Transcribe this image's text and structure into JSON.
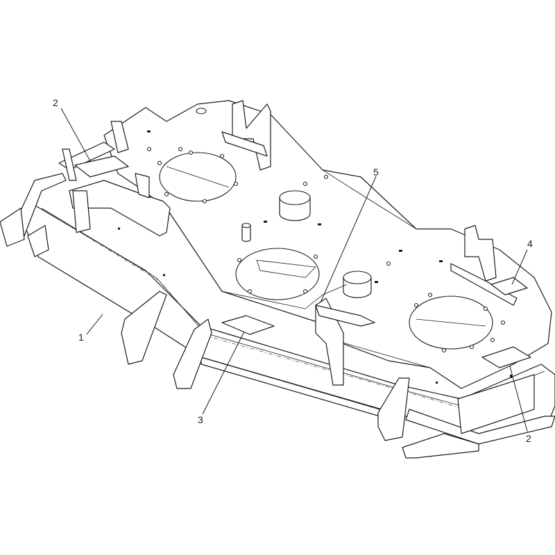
{
  "colors": {
    "line": "#1a1a1a",
    "background": "#ffffff"
  },
  "callouts": [
    {
      "label": "1"
    },
    {
      "label": "2"
    },
    {
      "label": "2"
    },
    {
      "label": "3"
    },
    {
      "label": "4"
    },
    {
      "label": "5"
    }
  ]
}
